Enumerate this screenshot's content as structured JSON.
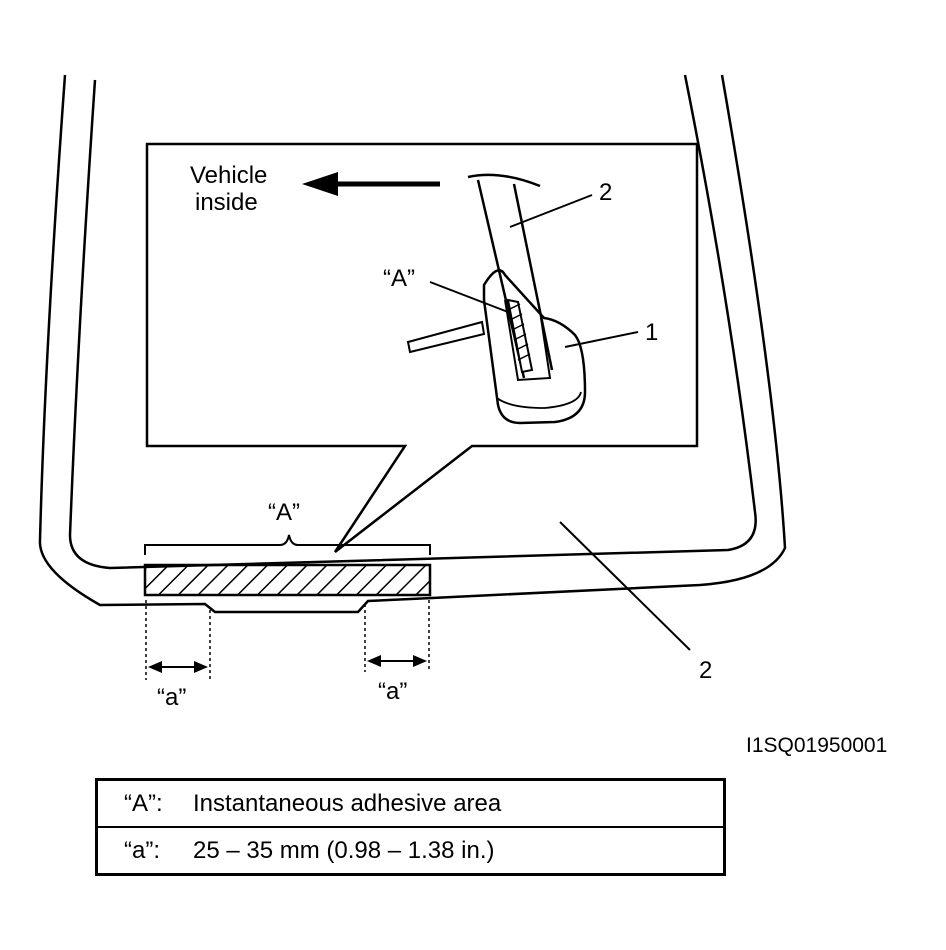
{
  "labels": {
    "direction_line1": "Vehicle",
    "direction_line2": "inside",
    "callout_A_detail": "“A”",
    "callout_A_main": "“A”",
    "part_1": "1",
    "part_2_detail": "2",
    "part_2_main": "2",
    "dim_a_left": "“a”",
    "dim_a_right": "“a”",
    "figure_id": "I1SQ01950001"
  },
  "legend": {
    "rows": [
      {
        "key": "“A”:",
        "text": "Instantaneous adhesive area"
      },
      {
        "key": "“a”:",
        "text": "25 – 35 mm (0.98 – 1.38 in.)"
      }
    ]
  }
}
